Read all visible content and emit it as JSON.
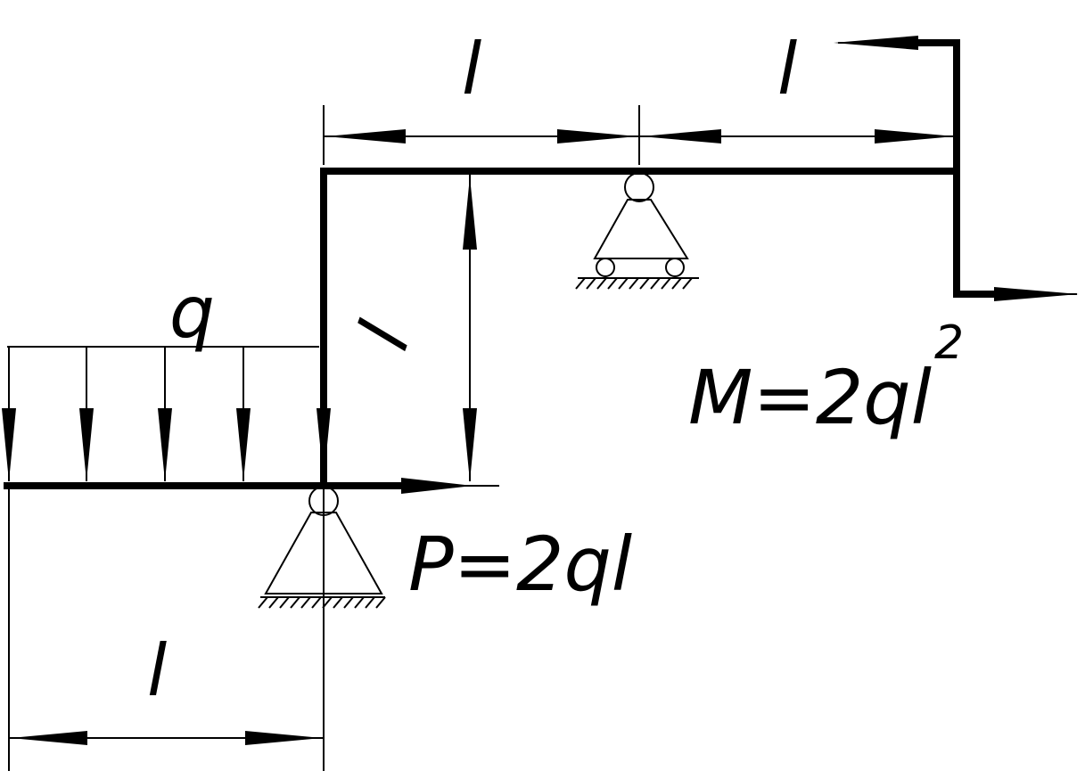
{
  "labels": {
    "distributed_load": "q",
    "dim_top_left": "l",
    "dim_top_right": "l",
    "dim_vertical": "l",
    "dim_bottom": "l",
    "force": "P=2ql",
    "moment": "M=2ql",
    "moment_exponent": "2"
  },
  "colors": {
    "ink": "#000000",
    "background": "#ffffff"
  }
}
